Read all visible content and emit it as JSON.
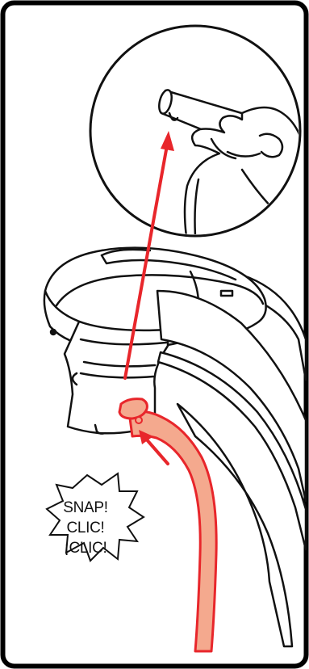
{
  "callout": {
    "lines": [
      "SNAP!",
      "CLIC!",
      "¡CLIC!"
    ]
  },
  "colors": {
    "frame": "#000000",
    "arrow": "#e8262b",
    "tube_fill": "#f4a98e",
    "tube_outline": "#e8262b",
    "line_art": "#111111",
    "background": "#ffffff"
  },
  "icons": {
    "callout_shape": "starburst",
    "detail_view": "magnified-circle",
    "pointer": "red-arrow"
  }
}
